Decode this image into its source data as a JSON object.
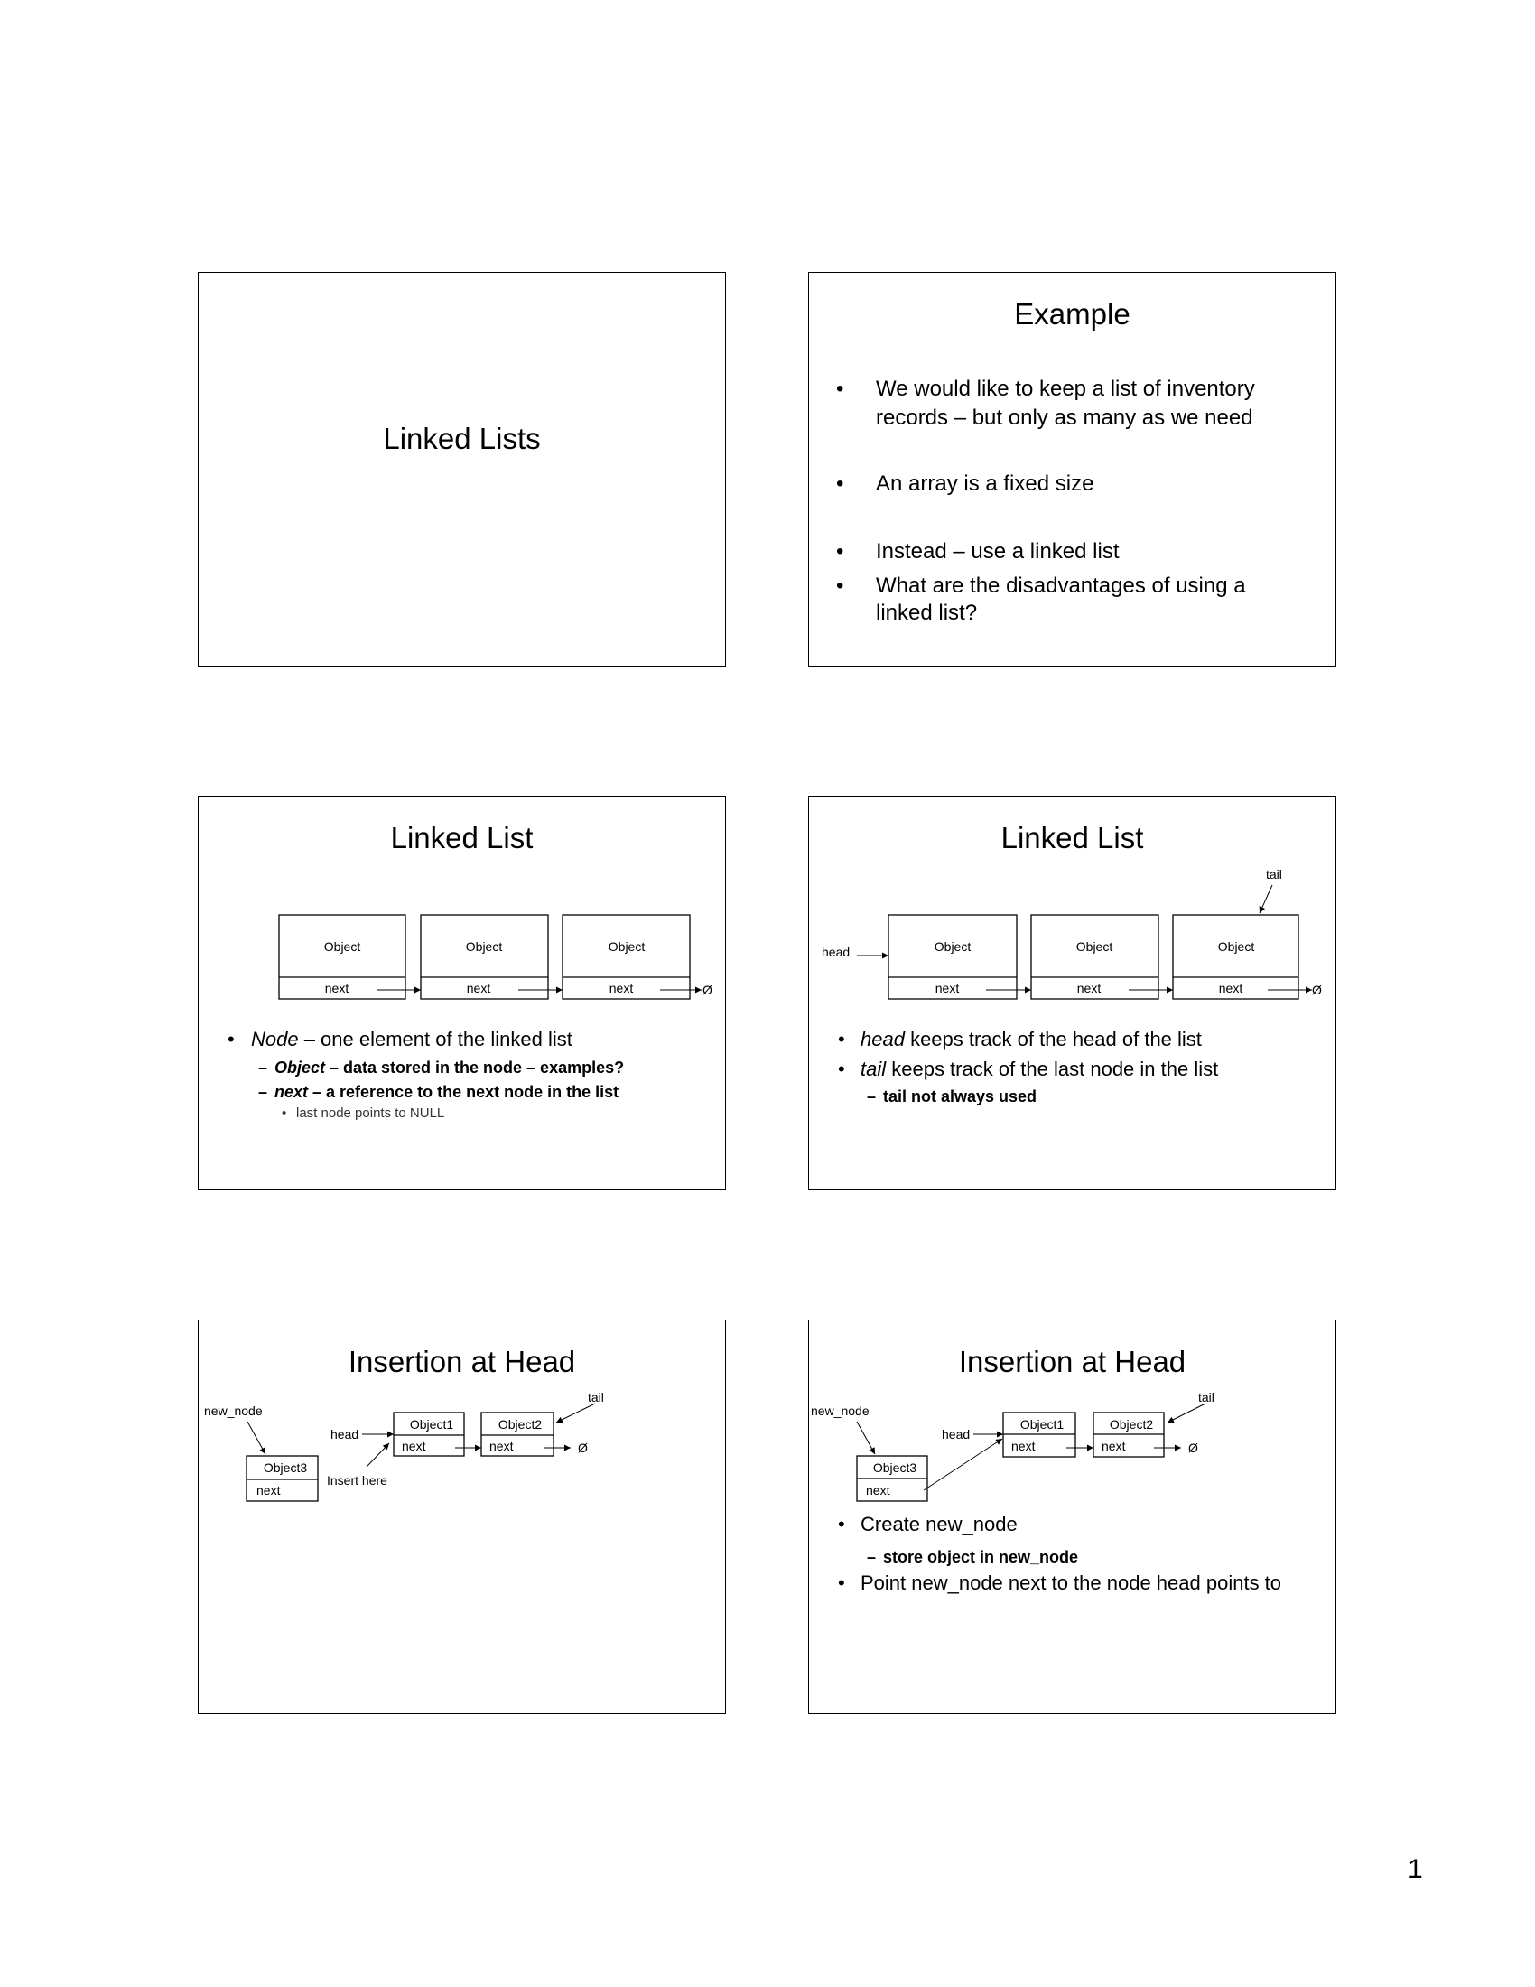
{
  "page_number": "1",
  "slides": [
    {
      "title": "Linked Lists"
    },
    {
      "title": "Example",
      "bullets": [
        {
          "lines": [
            "We would like to keep a list of inventory",
            "records – but only as many as we need"
          ]
        },
        {
          "lines": [
            "An array is a fixed size"
          ]
        },
        {
          "lines": [
            "Instead – use a linked list"
          ]
        },
        {
          "lines": [
            "What are the disadvantages of using a",
            "linked list?"
          ]
        }
      ],
      "bullet_glyph": "•"
    },
    {
      "title": "Linked List",
      "diagram": {
        "nodes": [
          {
            "object": "Object",
            "next": "next"
          },
          {
            "object": "Object",
            "next": "next"
          },
          {
            "object": "Object",
            "next": "next"
          }
        ],
        "null_symbol": "Ø"
      },
      "bullets": {
        "main": {
          "term": "Node",
          "text": " – one element of the linked list"
        },
        "subs": [
          {
            "term": "Object",
            "text": " – data stored in the node – examples?"
          },
          {
            "term": "next",
            "text": " – a reference to the next node in the list"
          }
        ],
        "subsub": "last node points to NULL",
        "bullet_glyph": "•",
        "dash_glyph": "–"
      }
    },
    {
      "title": "Linked List",
      "diagram": {
        "head_label": "head",
        "tail_label": "tail",
        "nodes": [
          {
            "object": "Object",
            "next": "next"
          },
          {
            "object": "Object",
            "next": "next"
          },
          {
            "object": "Object",
            "next": "next"
          }
        ],
        "null_symbol": "Ø"
      },
      "bullets": {
        "items": [
          {
            "term": "head",
            "text": " keeps track of the head of the list"
          },
          {
            "term": "tail",
            "text": " keeps track of the last node in the list"
          }
        ],
        "sub": "tail not always used",
        "bullet_glyph": "•",
        "dash_glyph": "–"
      }
    },
    {
      "title": "Insertion at Head",
      "diagram": {
        "new_node_label": "new_node",
        "head_label": "head",
        "tail_label": "tail",
        "insert_label": "Insert here",
        "new_node": {
          "object": "Object3",
          "next": "next"
        },
        "nodes": [
          {
            "object": "Object1",
            "next": "next"
          },
          {
            "object": "Object2",
            "next": "next"
          }
        ],
        "null_symbol": "Ø"
      }
    },
    {
      "title": "Insertion at Head",
      "diagram": {
        "new_node_label": "new_node",
        "head_label": "head",
        "tail_label": "tail",
        "new_node": {
          "object": "Object3",
          "next": "next"
        },
        "nodes": [
          {
            "object": "Object1",
            "next": "next"
          },
          {
            "object": "Object2",
            "next": "next"
          }
        ],
        "null_symbol": "Ø"
      },
      "bullets": {
        "items": [
          "Create new_node",
          "Point new_node next to the node head points to"
        ],
        "sub": "store object in new_node",
        "bullet_glyph": "•",
        "dash_glyph": "–"
      }
    }
  ]
}
